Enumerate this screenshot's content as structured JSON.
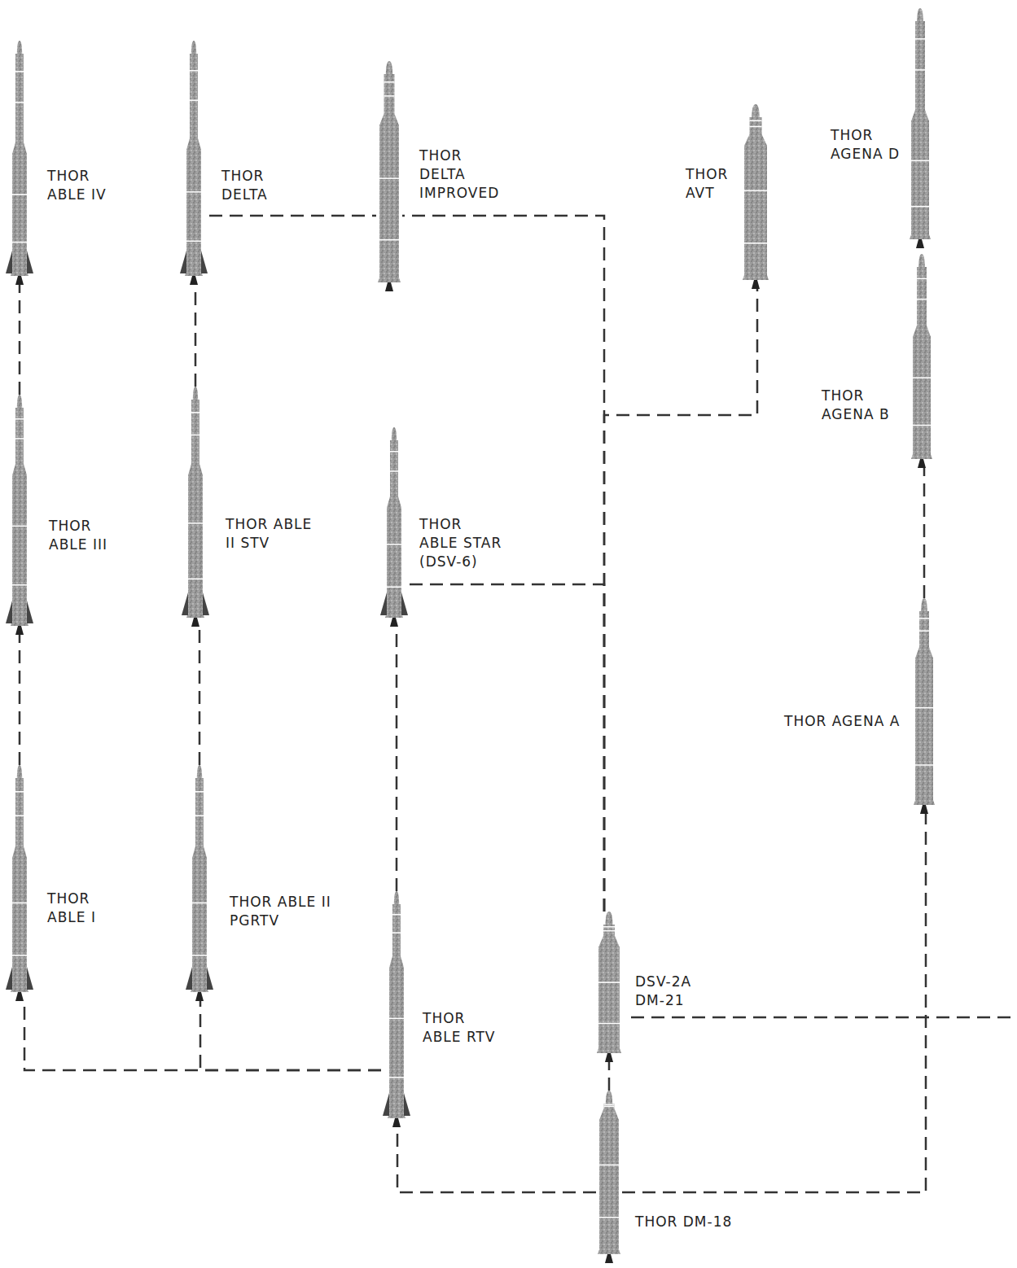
{
  "diagram": {
    "nodes": [
      {
        "text": [
          "THOR ABLE IV"
        ]
      },
      {
        "text": [
          "THOR DELTA"
        ]
      },
      {
        "text": [
          "THOR DELTA IMPROVED"
        ]
      },
      {
        "text": [
          "THOR AVT"
        ]
      },
      {
        "text": [
          "THOR AGENA D"
        ]
      },
      {
        "text": [
          "THOR AGENA B"
        ]
      },
      {
        "text": [
          "THOR ABLE III"
        ]
      },
      {
        "text": [
          "THOR ABLE II STV"
        ]
      },
      {
        "text": [
          "THOR ABLE STAR (DSV-6)"
        ]
      },
      {
        "text": [
          "THOR AGENA A"
        ]
      },
      {
        "text": [
          "THOR ABLE I"
        ]
      },
      {
        "text": [
          "THOR ABLE II PGRTV"
        ]
      },
      {
        "text": [
          "THOR ABLE RTV"
        ]
      },
      {
        "text": [
          "DSV-2A DM-21"
        ]
      },
      {
        "text": [
          "THOR DM-18"
        ]
      }
    ],
    "edges": [
      {
        "from": 14,
        "to": 12,
        "arrow": "none"
      },
      {
        "from": 14,
        "to": 9,
        "arrow": "none"
      },
      {
        "from": 14,
        "to": 13,
        "arrow": "none"
      },
      {
        "from": 12,
        "to": 10,
        "arrow": "none"
      },
      {
        "from": 12,
        "to": 11,
        "arrow": "none"
      },
      {
        "from": 12,
        "to": 8,
        "arrow": "none"
      },
      {
        "from": 10,
        "to": 6,
        "arrow": "none"
      },
      {
        "from": 6,
        "to": 0,
        "arrow": "none"
      },
      {
        "from": 11,
        "to": 7,
        "arrow": "none"
      },
      {
        "from": 7,
        "to": 1,
        "arrow": "none"
      },
      {
        "from": 9,
        "to": 5,
        "arrow": "none"
      },
      {
        "from": 13,
        "to": 2,
        "arrow": "none"
      },
      {
        "from": 13,
        "to": 8,
        "arrow": "none"
      },
      {
        "from": 13,
        "to": 3,
        "arrow": "none"
      },
      {
        "from": 1,
        "to": 2,
        "arrow": "none"
      }
    ]
  }
}
